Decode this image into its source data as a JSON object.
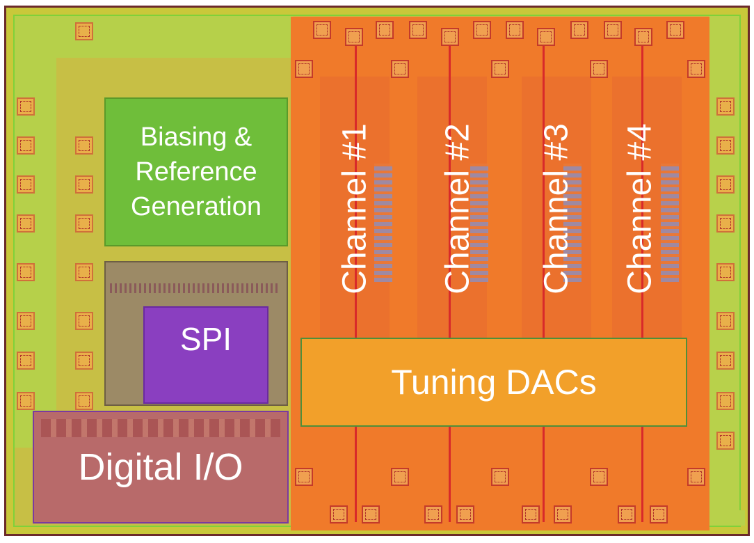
{
  "blocks": {
    "biasing": [
      "Biasing &",
      "Reference",
      "Generation"
    ],
    "spi": "SPI",
    "digital_io": "Digital I/O",
    "tuning_dacs": "Tuning DACs"
  },
  "channels": [
    "Channel #1",
    "Channel #2",
    "Channel #3",
    "Channel #4"
  ],
  "colors": {
    "die_background": "#c9c83a",
    "analog_region": "#f07a2a",
    "biasing_block": "#6fbe3a",
    "spi_block": "#8a3fc0",
    "digital_io_block": "#b86a6a",
    "tuning_dacs_block": "#f2a02a"
  }
}
